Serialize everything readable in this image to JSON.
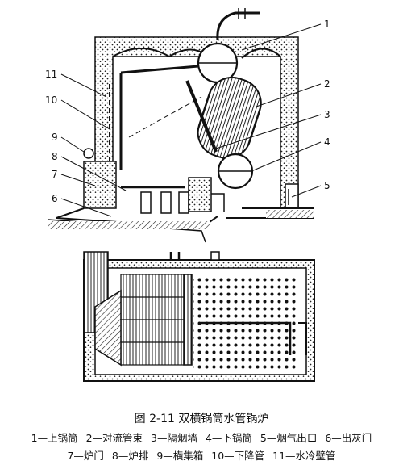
{
  "figure": {
    "caption": "图 2-11   双横锅筒水管锅炉",
    "callouts": [
      "1",
      "2",
      "3",
      "4",
      "5",
      "6",
      "7",
      "8",
      "9",
      "10",
      "11"
    ]
  },
  "legend": {
    "line1": [
      "1—上锅筒",
      "2—对流管束",
      "3—隔烟墙",
      "4—下锅筒",
      "5—烟气出口",
      "6—出灰门"
    ],
    "line2": [
      "7—炉门",
      "8—炉排",
      "9—横集箱",
      "10—下降管",
      "11—水冷壁管"
    ]
  }
}
